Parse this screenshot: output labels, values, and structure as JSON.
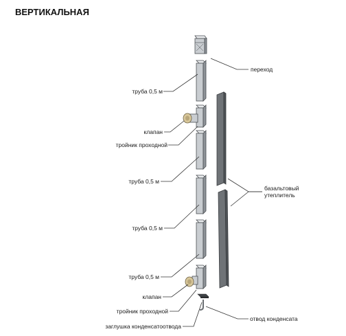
{
  "title": "ВЕРТИКАЛЬНАЯ",
  "labels": {
    "adapter": "переход",
    "pipe1": "труба 0,5 м",
    "valve1": "клапан",
    "tee1": "тройник проходной",
    "pipe2": "труба 0,5 м",
    "pipe3": "труба 0,5 м",
    "pipe4": "труба 0,5 м",
    "valve2": "клапан",
    "tee2": "тройник проходной",
    "condensate_plug": "заглушка конденсатоотвода",
    "insulation_line1": "базальтовый",
    "insulation_line2": "утеплитель",
    "condensate_outlet": "отвод конденсата"
  },
  "colors": {
    "pipe": "#c9cdd1",
    "pipe_shadow": "#8e9398",
    "insulation": "#6f7377",
    "valve": "#d8c79a"
  }
}
